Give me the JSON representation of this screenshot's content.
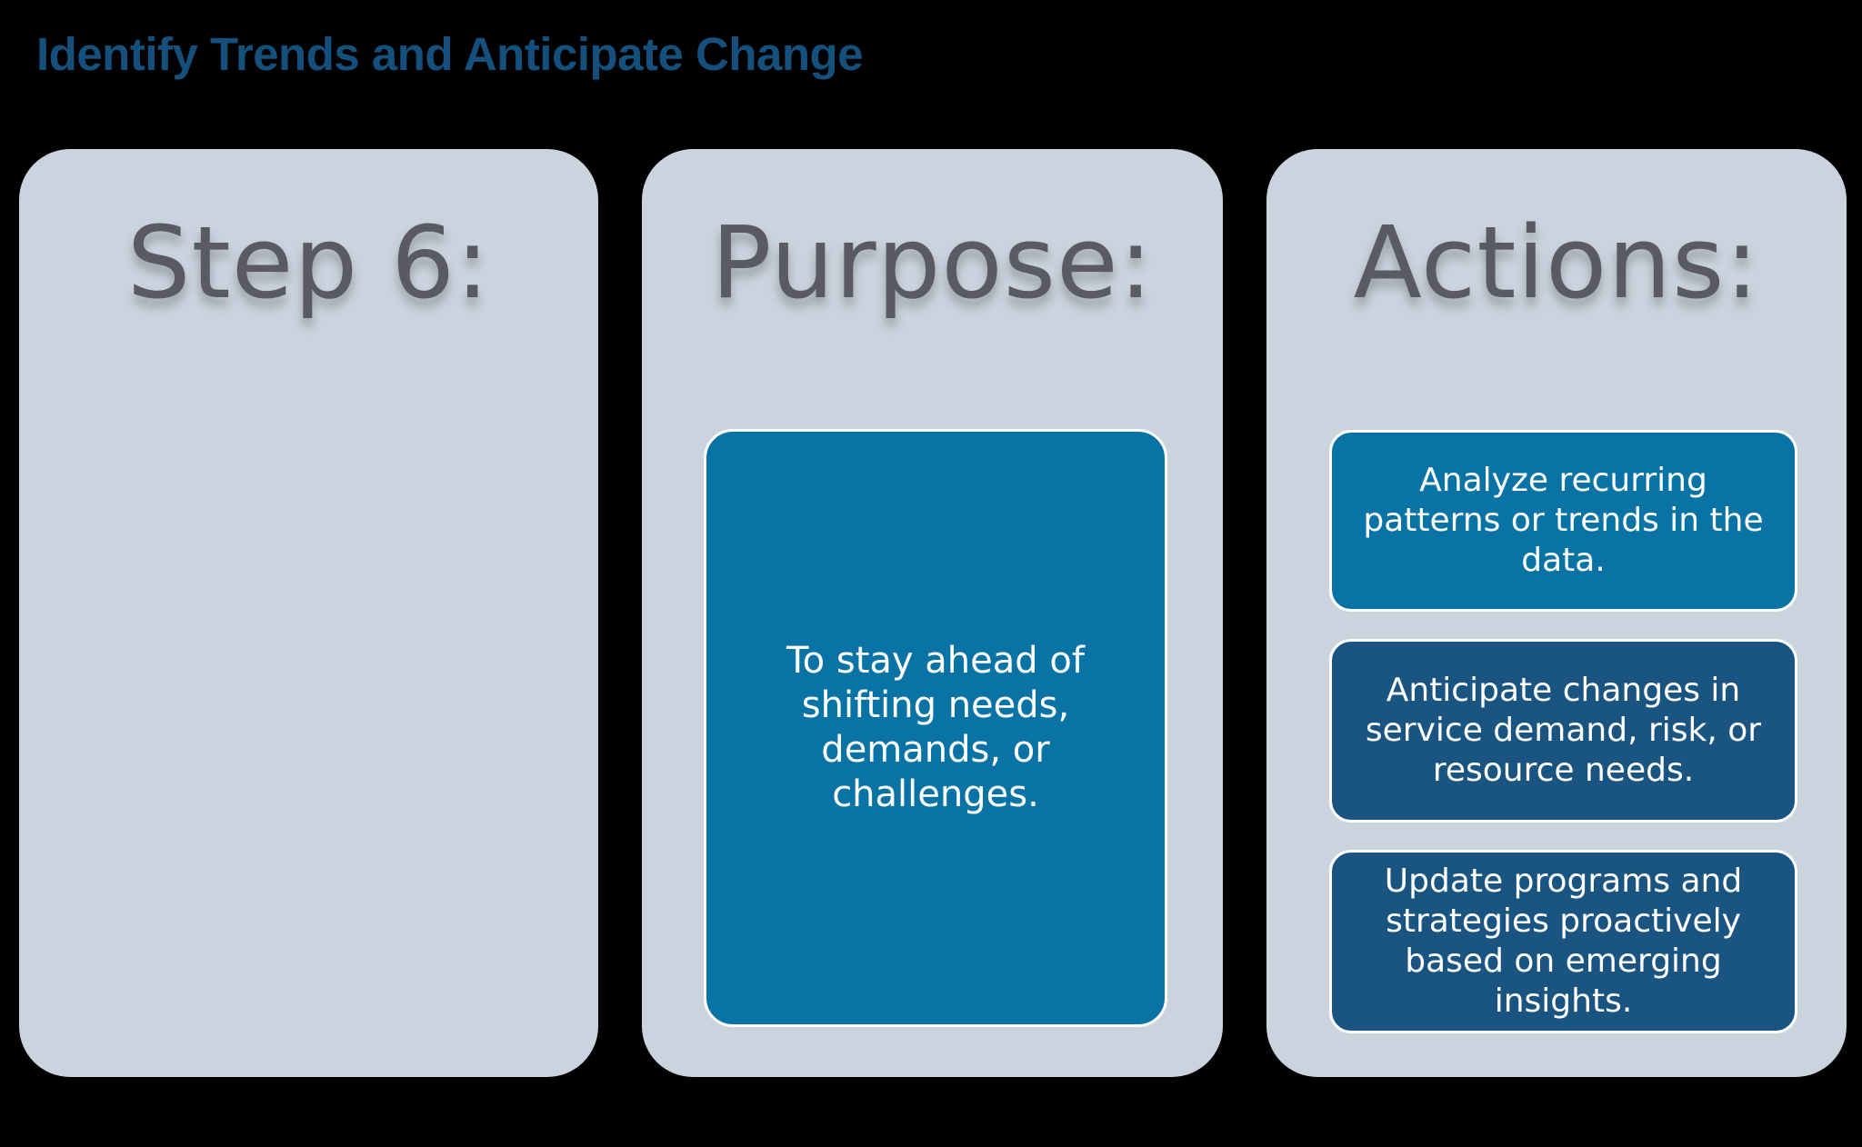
{
  "title": "Identify Trends and Anticipate Change",
  "columns": [
    {
      "heading": "Step 6:",
      "boxes": []
    },
    {
      "heading": "Purpose:",
      "boxes": [
        {
          "text": "To stay ahead of shifting needs, demands, or challenges.",
          "tone": "medium"
        }
      ]
    },
    {
      "heading": "Actions:",
      "boxes": [
        {
          "text": "Analyze recurring patterns or trends in the data.",
          "tone": "medium"
        },
        {
          "text": "Anticipate changes in service demand, risk, or resource needs.",
          "tone": "dark"
        },
        {
          "text": "Update programs and strategies proactively based on emerging insights.",
          "tone": "dark"
        }
      ]
    }
  ],
  "colors": {
    "background": "#000000",
    "title_text": "#15507C",
    "card_background": "#CBD4DE",
    "heading_text": "#595A64",
    "box_blue_medium": "#0A73A5",
    "box_blue_dark": "#1A5480",
    "box_text": "#FFFFFF",
    "box_border": "#FFFFFF"
  }
}
